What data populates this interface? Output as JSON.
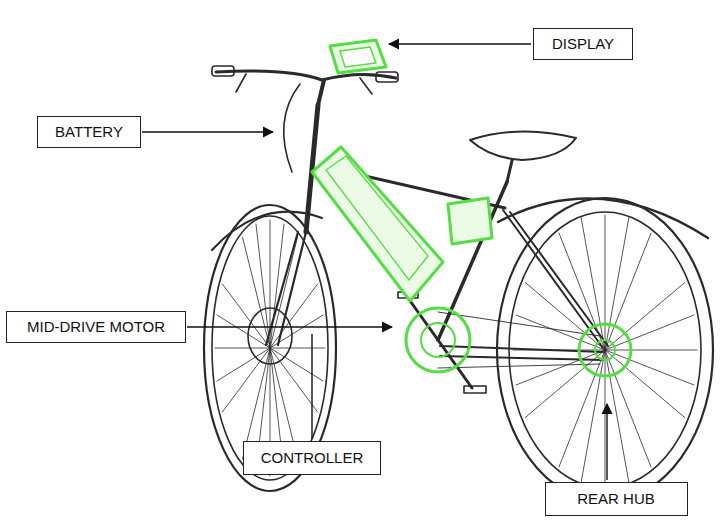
{
  "diagram": {
    "nodes": [
      {
        "text": [
          "DISPLAY"
        ]
      },
      {
        "text": [
          "BATTERY"
        ]
      },
      {
        "text": [
          "MID-DRIVE MOTOR"
        ]
      },
      {
        "text": [
          "CONTROLLER"
        ]
      },
      {
        "text": [
          "REAR HUB"
        ]
      }
    ]
  }
}
